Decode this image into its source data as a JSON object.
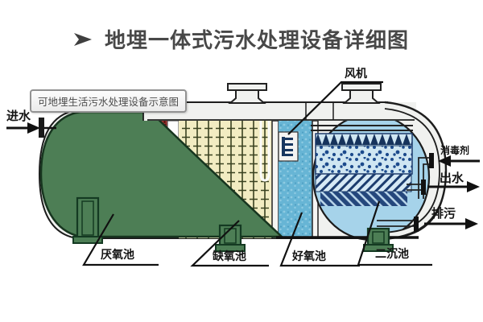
{
  "title": {
    "text": "地埋一体式污水处理设备详细图"
  },
  "tooltip": {
    "text": "可地埋生活污水处理设备示意图"
  },
  "labels": {
    "inlet": "进水",
    "fan": "风机",
    "disinfectant": "消毒剂",
    "outlet": "出水",
    "drain": "排污",
    "anaerobic": "厌氧池",
    "anoxic": "缺氧池",
    "aerobic": "好氧池",
    "sedimentation": "二沉池"
  },
  "colors": {
    "tank_green": "#4d7e55",
    "outline_dark": "#1d1d1d",
    "media_yellow": "#f2ecc2",
    "media_red": "#a23a34",
    "anoxic_water_blue": "#67b5d5",
    "aeration_navy": "#16335c",
    "clarifier_blue": "#a6d3ea",
    "shell_white": "#f0f1ef",
    "title_gray": "#484848"
  }
}
